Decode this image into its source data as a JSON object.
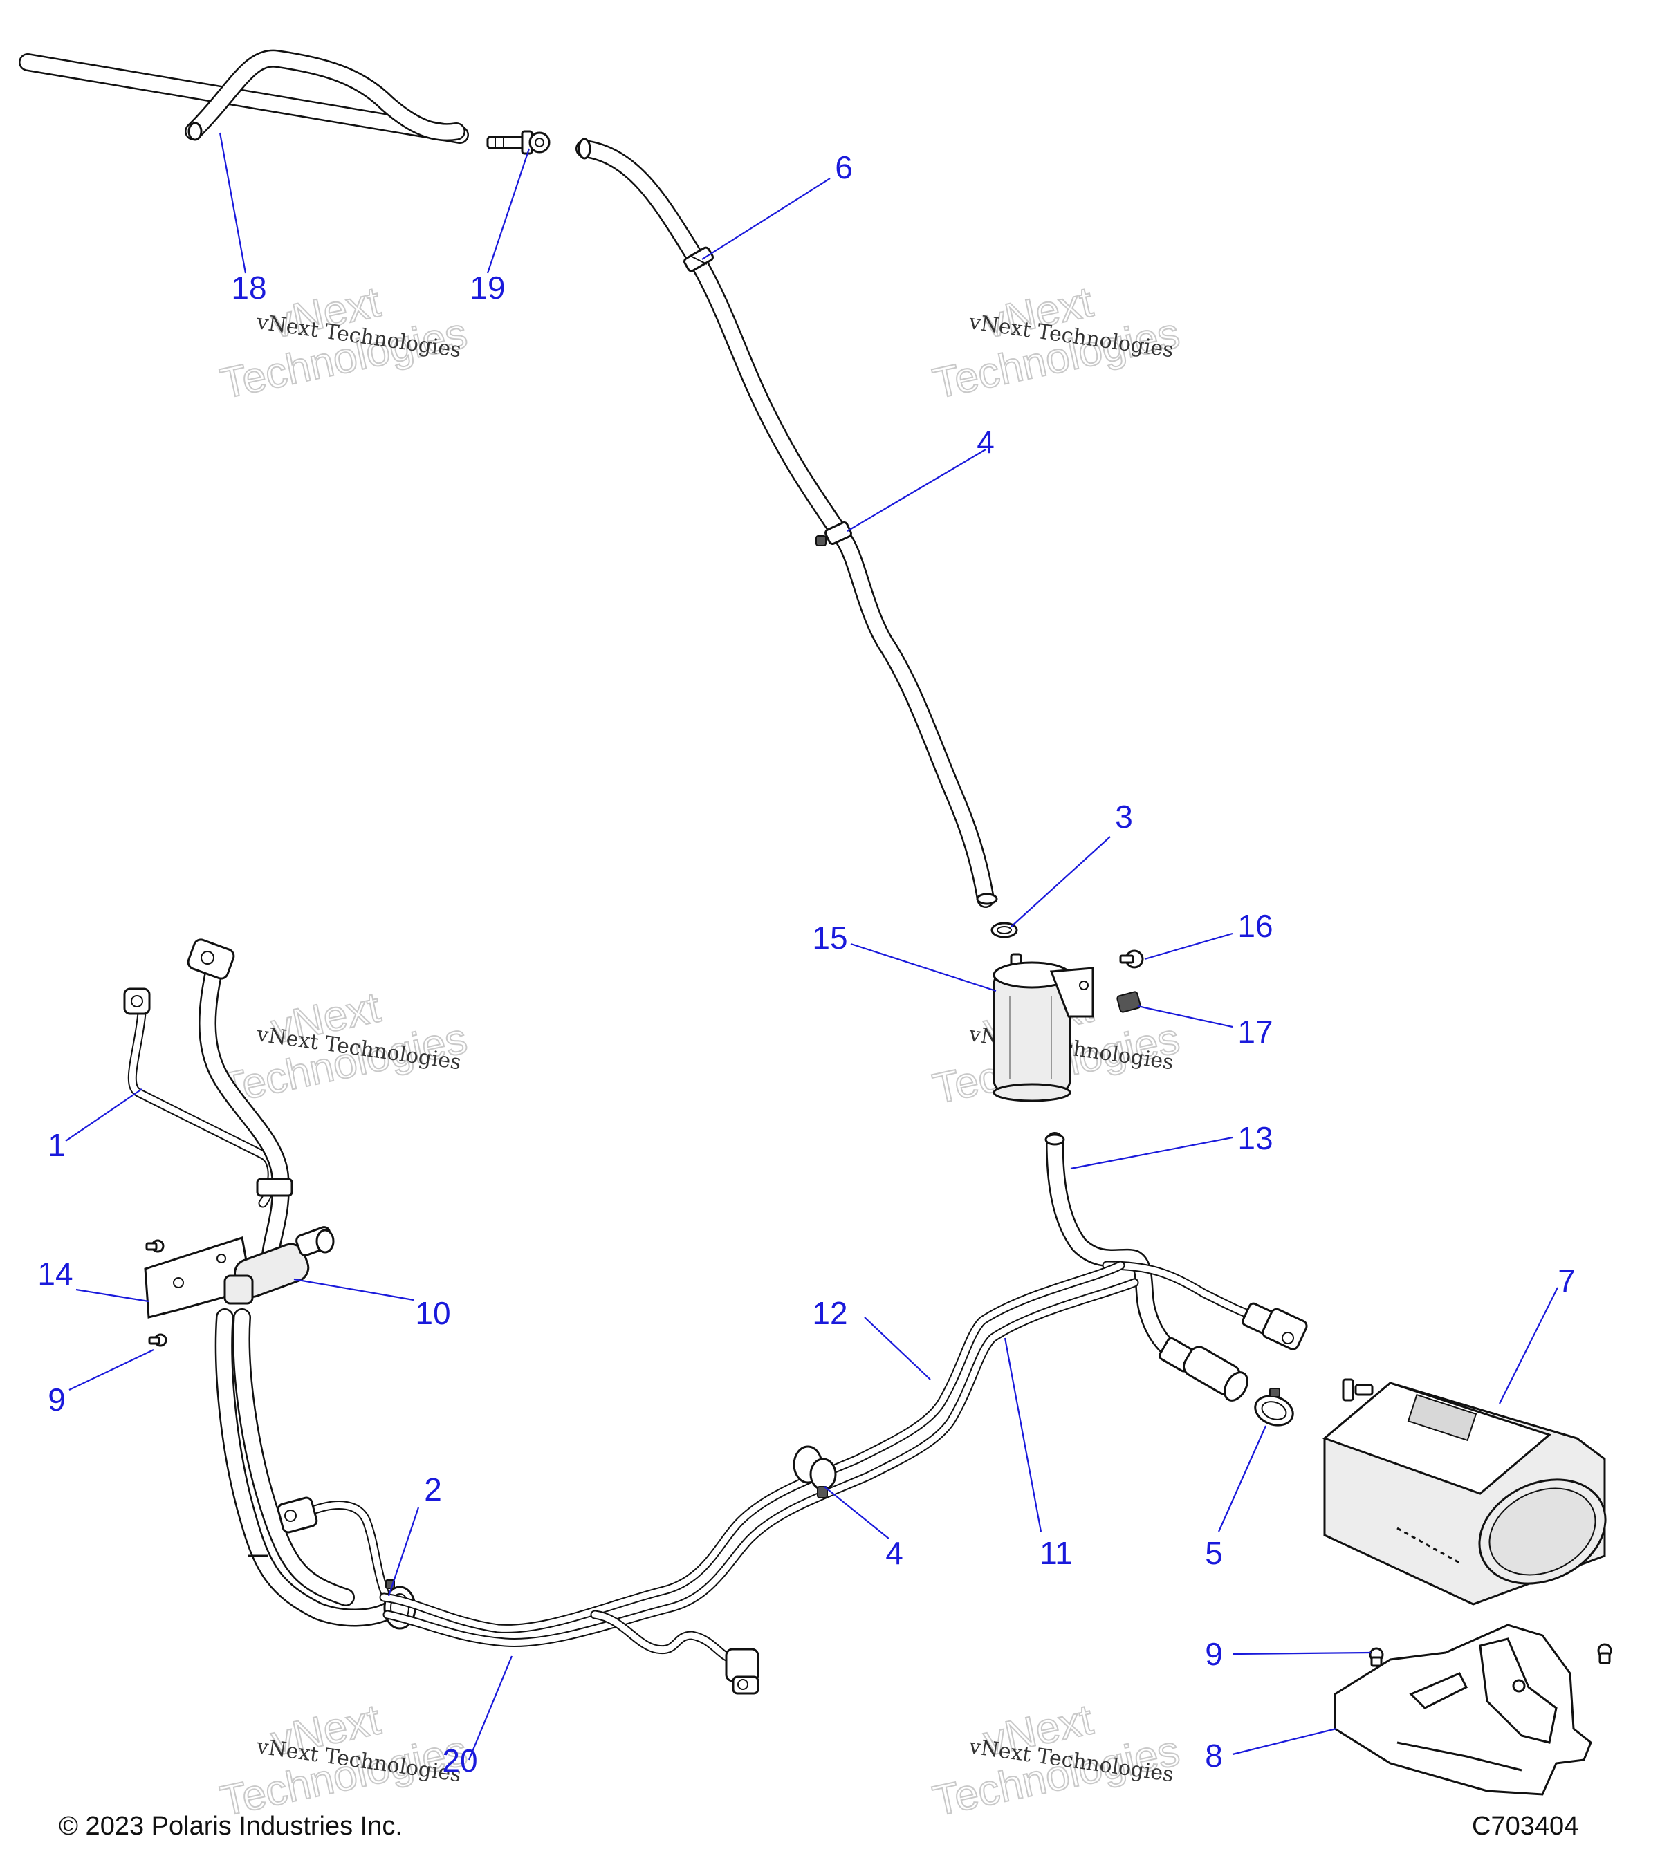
{
  "callouts": [
    {
      "id": "1",
      "label": "1"
    },
    {
      "id": "2",
      "label": "2"
    },
    {
      "id": "3",
      "label": "3"
    },
    {
      "id": "4a",
      "label": "4"
    },
    {
      "id": "4b",
      "label": "4"
    },
    {
      "id": "5",
      "label": "5"
    },
    {
      "id": "6",
      "label": "6"
    },
    {
      "id": "7",
      "label": "7"
    },
    {
      "id": "8",
      "label": "8"
    },
    {
      "id": "9a",
      "label": "9"
    },
    {
      "id": "9b",
      "label": "9"
    },
    {
      "id": "10",
      "label": "10"
    },
    {
      "id": "11",
      "label": "11"
    },
    {
      "id": "12",
      "label": "12"
    },
    {
      "id": "13",
      "label": "13"
    },
    {
      "id": "14",
      "label": "14"
    },
    {
      "id": "15",
      "label": "15"
    },
    {
      "id": "16",
      "label": "16"
    },
    {
      "id": "17",
      "label": "17"
    },
    {
      "id": "18",
      "label": "18"
    },
    {
      "id": "19",
      "label": "19"
    },
    {
      "id": "20",
      "label": "20"
    }
  ],
  "watermark": {
    "small": "vNext Technologies",
    "big_top": "vNext",
    "big_bottom": "Technologies"
  },
  "footer": {
    "copyright": "© 2023 Polaris Industries Inc.",
    "diagram_id": "C703404"
  },
  "colors": {
    "callout": "#1a1adb",
    "line": "#111111",
    "watermark": "#c9c9c9"
  }
}
